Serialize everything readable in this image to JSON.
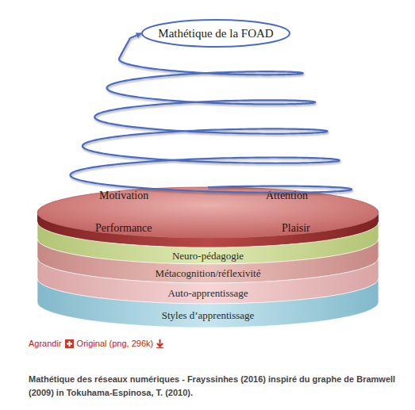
{
  "diagram": {
    "caption": "Mathétique des réseaux numériques - Frayssinhes (2016) inspiré du graphe de Bramwell (2009) in Tokuhama-Espinosa, T. (2010).",
    "nodes": [
      {
        "text": [
          "Mathétique de la FOAD"
        ]
      },
      {
        "text": [
          "Motivation",
          "Attention",
          "Performance",
          "Plaisir"
        ]
      },
      {
        "text": [
          "Neuro-pédagogie"
        ]
      },
      {
        "text": [
          "Métacognition/réflexivité"
        ]
      },
      {
        "text": [
          "Auto-apprentissage"
        ]
      },
      {
        "text": [
          "Styles d’apprentissage"
        ]
      }
    ],
    "edges": [
      {
        "from": 1,
        "to": 0,
        "arrow": "to"
      }
    ],
    "labels": [
      "Agrandir",
      "Original (png, 296k)"
    ]
  }
}
